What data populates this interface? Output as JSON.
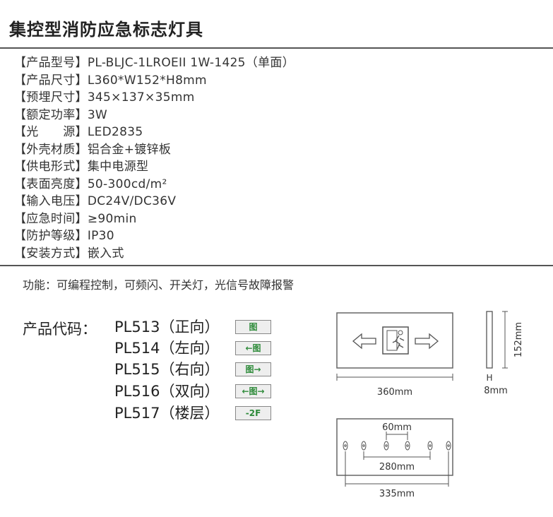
{
  "title": "集控型消防应急标志灯具",
  "specs": [
    {
      "key": "【产品型号】",
      "value": "PL-BLJC-1LROEII 1W-1425（单面）"
    },
    {
      "key": "【产品尺寸】",
      "value": "L360*W152*H8mm"
    },
    {
      "key": "【预埋尺寸】",
      "value": "345×137×35mm"
    },
    {
      "key": "【额定功率】",
      "value": "3W"
    },
    {
      "key": "【光　　源】",
      "value": "LED2835"
    },
    {
      "key": "【外壳材质】",
      "value": "铝合金+镀锌板"
    },
    {
      "key": "【供电形式】",
      "value": "集中电源型"
    },
    {
      "key": "【表面亮度】",
      "value": "50-300cd/m²"
    },
    {
      "key": "【输入电压】",
      "value": "DC24V/DC36V"
    },
    {
      "key": "【应急时间】",
      "value": "≥90min"
    },
    {
      "key": "【防护等级】",
      "value": "IP30"
    },
    {
      "key": "【安装方式】",
      "value": "嵌入式"
    }
  ],
  "function_text": "功能：可编程控制，可频闪、开关灯，光信号故障报警",
  "codes_label": "产品代码：",
  "codes": [
    {
      "text": "PL513（正向）",
      "sign": "图"
    },
    {
      "text": "PL514（左向）",
      "sign": "←图"
    },
    {
      "text": "PL515（右向）",
      "sign": "图→"
    },
    {
      "text": "PL516（双向）",
      "sign": "←图→"
    },
    {
      "text": "PL517（楼层）",
      "sign": "-2F"
    }
  ],
  "diagram": {
    "width_label": "360mm",
    "height_label": "152mm",
    "thickness_h": "H",
    "thickness_label": "8mm",
    "hole_spacing_label": "60mm",
    "hole_outer_label": "280mm",
    "embed_width_label": "335mm"
  },
  "colors": {
    "sign_green": "#2e8b3a",
    "line": "#555555"
  }
}
